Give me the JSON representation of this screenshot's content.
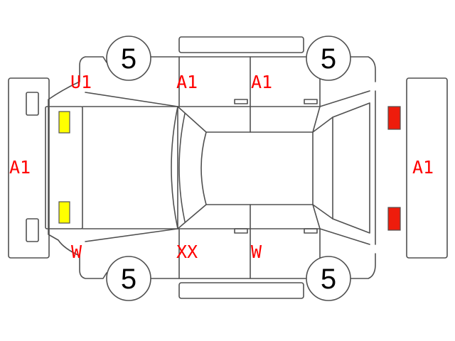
{
  "codes": {
    "front_left_fender": "U1",
    "front_left_door": "A1",
    "rear_left_door": "A1",
    "front_bumper": "A1",
    "rear_bumper": "A1",
    "front_right_fender": "W",
    "front_right_door": "XX",
    "rear_right_door": "W"
  },
  "tires": {
    "front_left": "5",
    "rear_left": "5",
    "front_right": "5",
    "rear_right": "5"
  },
  "colors": {
    "code_text": "#ff0000",
    "front_lamp": "#ffff00",
    "rear_lamp": "#ee1c0c",
    "outline": "#505050"
  },
  "lamps": {
    "front": "yellow",
    "rear": "red"
  }
}
